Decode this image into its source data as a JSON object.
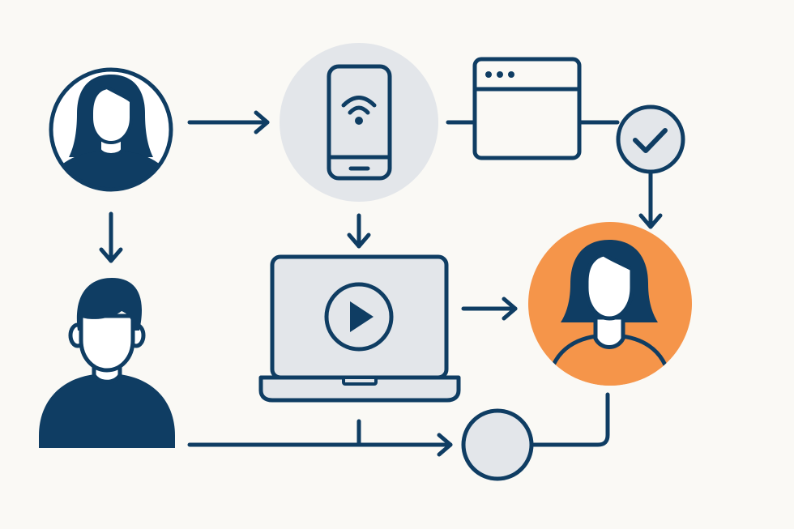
{
  "colors": {
    "background": "#faf9f5",
    "navy": "#0f3d63",
    "light_gray": "#e3e6ea",
    "orange": "#f5954a",
    "white": "#ffffff"
  },
  "nodes": [
    {
      "id": "user-woman-top-left",
      "icon": "woman-avatar-icon"
    },
    {
      "id": "user-man-bottom-left",
      "icon": "man-avatar-icon"
    },
    {
      "id": "smartphone-node",
      "icon": "smartphone-wifi-icon"
    },
    {
      "id": "browser-window-node",
      "icon": "browser-window-icon"
    },
    {
      "id": "check-node",
      "icon": "checkmark-circle-icon"
    },
    {
      "id": "laptop-video-node",
      "icon": "laptop-play-icon"
    },
    {
      "id": "user-woman-highlighted",
      "icon": "woman-avatar-icon"
    },
    {
      "id": "junction-node",
      "icon": "circle-node-icon"
    }
  ],
  "connections": [
    {
      "from": "user-woman-top-left",
      "to": "smartphone-node"
    },
    {
      "from": "user-woman-top-left",
      "to": "user-man-bottom-left"
    },
    {
      "from": "smartphone-node",
      "to": "laptop-video-node"
    },
    {
      "from": "smartphone-node",
      "to": "browser-window-node"
    },
    {
      "from": "browser-window-node",
      "to": "check-node"
    },
    {
      "from": "check-node",
      "to": "user-woman-highlighted"
    },
    {
      "from": "laptop-video-node",
      "to": "user-woman-highlighted"
    },
    {
      "from": "user-man-bottom-left",
      "to": "junction-node"
    },
    {
      "from": "laptop-video-node",
      "to": "junction-node"
    },
    {
      "from": "junction-node",
      "to": "user-woman-highlighted"
    }
  ]
}
